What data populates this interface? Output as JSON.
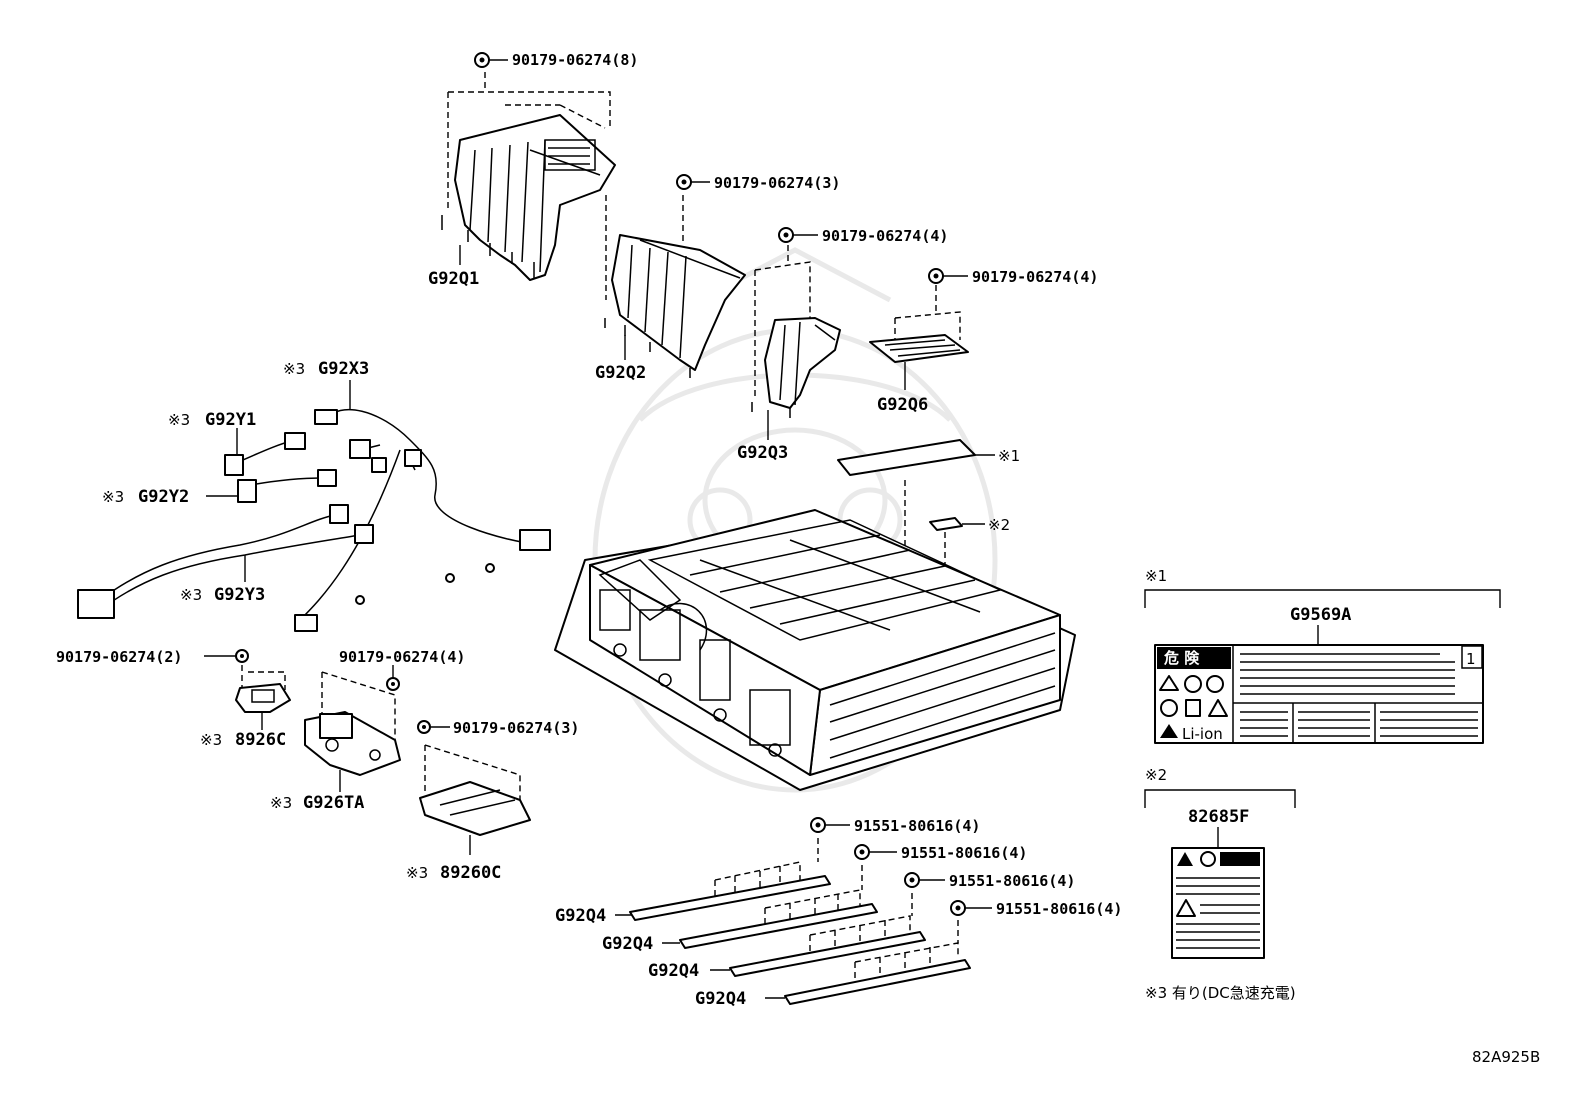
{
  "diagram_code": "82A925B",
  "note_mark": "※",
  "fastener_labels": {
    "nut_top_8": "90179-06274(8)",
    "nut_mid_3": "90179-06274(3)",
    "nut_g92q3_4": "90179-06274(4)",
    "nut_g92q6_4": "90179-06274(4)",
    "nut_8926c_2": "90179-06274(2)",
    "nut_g926ta_4": "90179-06274(4)",
    "nut_89260c_3": "90179-06274(3)",
    "bolt_1": "91551-80616(4)",
    "bolt_2": "91551-80616(4)",
    "bolt_3": "91551-80616(4)",
    "bolt_4": "91551-80616(4)"
  },
  "part_labels": {
    "g92q1": "G92Q1",
    "g92q2": "G92Q2",
    "g92q3": "G92Q3",
    "g92q6": "G92Q6",
    "g92x3": "G92X3",
    "g92y1": "G92Y1",
    "g92y2": "G92Y2",
    "g92y3": "G92Y3",
    "p8926c": "8926C",
    "g926ta": "G926TA",
    "p89260c": "89260C",
    "g92q4_a": "G92Q4",
    "g92q4_b": "G92Q4",
    "g92q4_c": "G92Q4",
    "g92q4_d": "G92Q4"
  },
  "ref_marks": {
    "r3": "※3",
    "r1_label": "※1",
    "r2_label": "※2"
  },
  "detail_1": {
    "header": "※1",
    "part": "G9569A",
    "warning_text": "危 険",
    "battery_text": "Li-ion",
    "page_num": "1"
  },
  "detail_2": {
    "header": "※2",
    "part": "82685F"
  },
  "footnote": "※3 有り(DC急速充電)"
}
